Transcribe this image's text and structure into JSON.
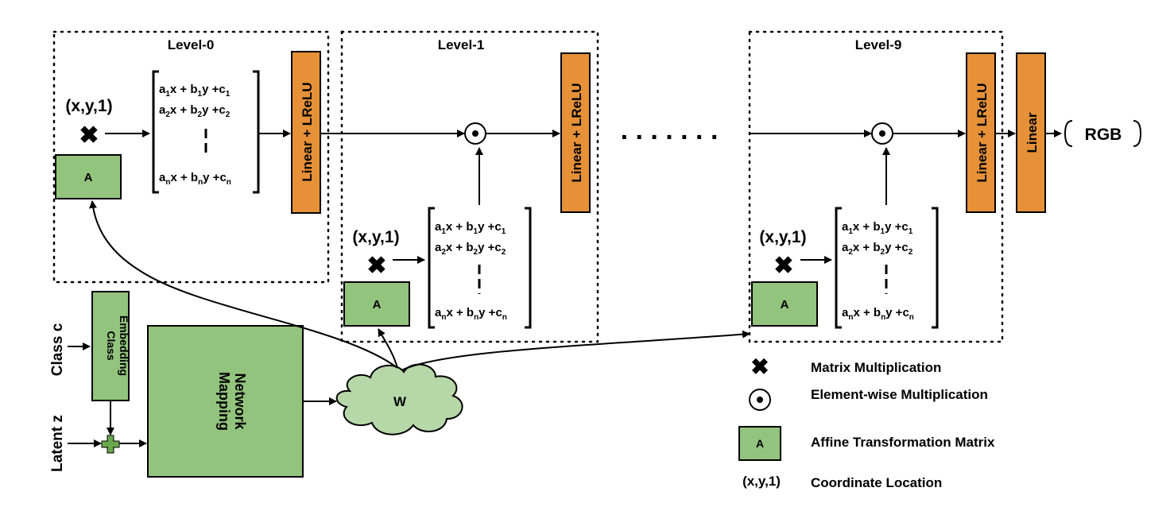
{
  "levels": {
    "level0": "Level-0",
    "level1": "Level-1",
    "level9": "Level-9"
  },
  "coord": "(x,y,1)",
  "affine_label": "A",
  "linear_lrelu": "Linear + LReLU",
  "linear": "Linear",
  "output": "RGB",
  "matrix": {
    "row1": {
      "a": "a",
      "a_sub": "1",
      "mid": "x + b",
      "b_sub": "1",
      "end": "y +c",
      "c_sub": "1"
    },
    "row2": {
      "a": "a",
      "a_sub": "2",
      "mid": "x + b",
      "b_sub": "2",
      "end": "y +c",
      "c_sub": "2"
    },
    "rowN": {
      "a": "a",
      "a_sub": "n",
      "mid": "x + b",
      "b_sub": "n",
      "end": "y +c",
      "c_sub": "n"
    }
  },
  "inputs": {
    "class": "Class c",
    "latent": "Latent z"
  },
  "class_embedding": {
    "line1": "Class",
    "line2": "Embedding"
  },
  "mapping_network": {
    "line1": "Mapping",
    "line2": "Network"
  },
  "w_label": "W",
  "ellipsis": ". . . . . . .",
  "legend": {
    "matrix_mult": "Matrix Multiplication",
    "elementwise": "Element-wise Multiplication",
    "affine": "Affine Transformation Matrix",
    "coord_symbol": "(x,y,1)",
    "coord": "Coordinate Location"
  },
  "colors": {
    "green": "#93c47d",
    "orange": "#e69138",
    "cloud": "#b6d7a8"
  }
}
